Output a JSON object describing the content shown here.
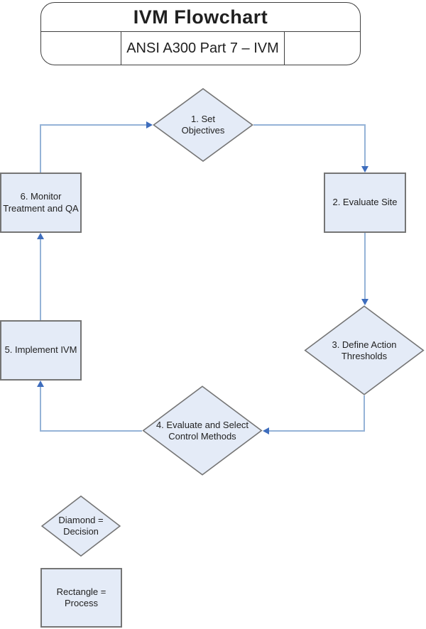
{
  "title_box": {
    "title": "IVM Flowchart",
    "subtitle": "ANSI A300 Part 7 – IVM"
  },
  "nodes": [
    {
      "id": "1",
      "shape": "diamond",
      "label": "1. Set Objectives"
    },
    {
      "id": "2",
      "shape": "rect",
      "label": "2. Evaluate Site"
    },
    {
      "id": "3",
      "shape": "diamond",
      "label": "3. Define Action Thresholds"
    },
    {
      "id": "4",
      "shape": "diamond",
      "label": "4. Evaluate and Select Control Methods"
    },
    {
      "id": "5",
      "shape": "rect",
      "label": "5. Implement IVM"
    },
    {
      "id": "6",
      "shape": "rect",
      "label": "6. Monitor Treatment and QA"
    }
  ],
  "edges": [
    {
      "from": "1",
      "to": "2"
    },
    {
      "from": "2",
      "to": "3"
    },
    {
      "from": "3",
      "to": "4"
    },
    {
      "from": "4",
      "to": "5"
    },
    {
      "from": "5",
      "to": "6"
    },
    {
      "from": "6",
      "to": "1"
    }
  ],
  "legend": [
    {
      "shape": "diamond",
      "label": "Diamond = Decision"
    },
    {
      "shape": "rect",
      "label": "Rectangle = Process"
    }
  ],
  "colors": {
    "background": "#ffffff",
    "node_fill": "#e4ebf7",
    "node_border": "#757575",
    "connector_line": "#95b3d7",
    "connector_arrow": "#3e6dbd",
    "title_border": "#3f3f3f",
    "text": "#1f1f1f"
  }
}
